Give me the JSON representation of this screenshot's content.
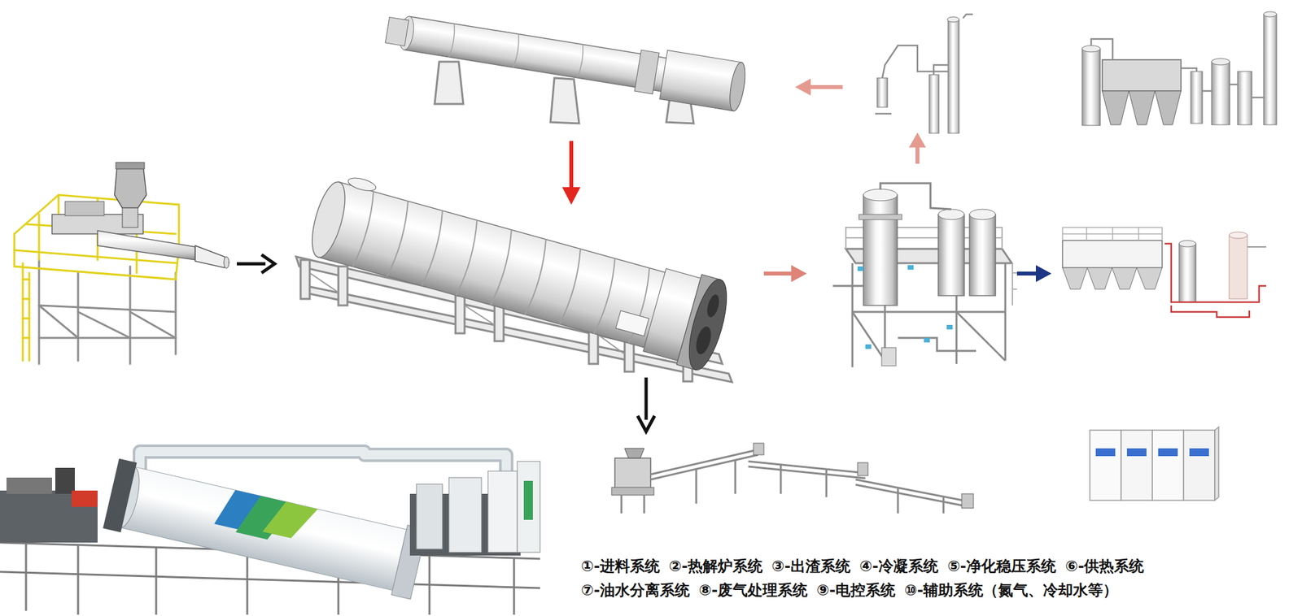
{
  "diagram": {
    "labels": [
      "①-进料系统",
      "②-热解炉系统",
      "③-出渣系统",
      "④-冷凝系统",
      "⑤-净化稳压系统",
      "⑥-供热系统",
      "⑦-油水分离系统",
      "⑧-废气处理系统",
      "⑨-电控系统",
      "⑩-辅助系统（氮气、冷却水等）"
    ]
  }
}
